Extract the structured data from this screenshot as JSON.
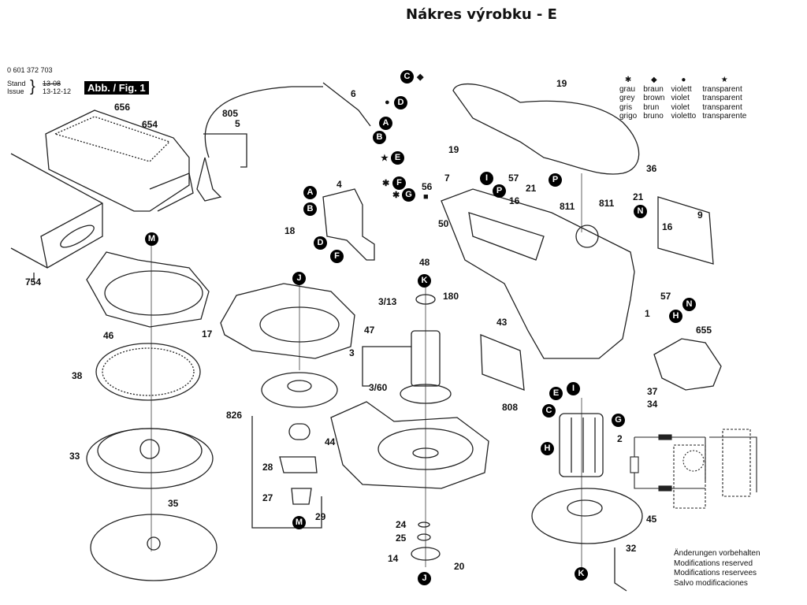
{
  "header": {
    "title": "Nákres výrobku - E"
  },
  "drawing_info": {
    "part_number": "0 601 372 703",
    "stand_label": "Stand",
    "issue_label": "Issue",
    "old_date": "13-08",
    "new_date": "13-12-12",
    "figure_label": "Abb. / Fig. 1"
  },
  "color_legend": {
    "symbols": [
      "✱",
      "◆",
      "●",
      "★"
    ],
    "rows": [
      [
        "grau",
        "braun",
        "violett",
        "transparent"
      ],
      [
        "grey",
        "brown",
        "violet",
        "transparent"
      ],
      [
        "gris",
        "brun",
        "violet",
        "transparent"
      ],
      [
        "grigo",
        "bruno",
        "violetto",
        "transparente"
      ]
    ]
  },
  "notes": [
    "Änderungen vorbehalten",
    "Modifications reserved",
    "Modifications reservees",
    "Salvo modificaciones"
  ],
  "part_labels": [
    {
      "id": "656",
      "text": "656"
    },
    {
      "id": "654",
      "text": "654"
    },
    {
      "id": "754",
      "text": "754"
    },
    {
      "id": "805",
      "text": "805"
    },
    {
      "id": "5",
      "text": "5"
    },
    {
      "id": "6",
      "text": "6"
    },
    {
      "id": "4",
      "text": "4"
    },
    {
      "id": "18",
      "text": "18"
    },
    {
      "id": "56",
      "text": "56"
    },
    {
      "id": "19a",
      "text": "19"
    },
    {
      "id": "19b",
      "text": "19"
    },
    {
      "id": "7",
      "text": "7"
    },
    {
      "id": "57a",
      "text": "57"
    },
    {
      "id": "57b",
      "text": "57"
    },
    {
      "id": "36",
      "text": "36"
    },
    {
      "id": "21a",
      "text": "21"
    },
    {
      "id": "21b",
      "text": "21"
    },
    {
      "id": "16a",
      "text": "16"
    },
    {
      "id": "16b",
      "text": "16"
    },
    {
      "id": "811a",
      "text": "811"
    },
    {
      "id": "811b",
      "text": "811"
    },
    {
      "id": "9",
      "text": "9"
    },
    {
      "id": "50",
      "text": "50"
    },
    {
      "id": "48",
      "text": "48"
    },
    {
      "id": "180",
      "text": "180"
    },
    {
      "id": "1",
      "text": "1"
    },
    {
      "id": "655",
      "text": "655"
    },
    {
      "id": "43",
      "text": "43"
    },
    {
      "id": "46",
      "text": "46"
    },
    {
      "id": "17",
      "text": "17"
    },
    {
      "id": "47",
      "text": "47"
    },
    {
      "id": "38",
      "text": "38"
    },
    {
      "id": "3_13",
      "text": "3/13"
    },
    {
      "id": "3",
      "text": "3"
    },
    {
      "id": "3_60",
      "text": "3/60"
    },
    {
      "id": "826",
      "text": "826"
    },
    {
      "id": "44",
      "text": "44"
    },
    {
      "id": "28",
      "text": "28"
    },
    {
      "id": "27",
      "text": "27"
    },
    {
      "id": "29",
      "text": "29"
    },
    {
      "id": "33",
      "text": "33"
    },
    {
      "id": "35",
      "text": "35"
    },
    {
      "id": "24",
      "text": "24"
    },
    {
      "id": "25",
      "text": "25"
    },
    {
      "id": "14",
      "text": "14"
    },
    {
      "id": "20",
      "text": "20"
    },
    {
      "id": "808",
      "text": "808"
    },
    {
      "id": "37",
      "text": "37"
    },
    {
      "id": "34",
      "text": "34"
    },
    {
      "id": "2",
      "text": "2"
    },
    {
      "id": "45",
      "text": "45"
    },
    {
      "id": "32",
      "text": "32"
    }
  ],
  "connection_markers": [
    {
      "id": "C1",
      "text": "C",
      "symbol": "◆"
    },
    {
      "id": "D1",
      "text": "D",
      "symbol": "●"
    },
    {
      "id": "A1",
      "text": "A",
      "symbol": ""
    },
    {
      "id": "B1",
      "text": "B",
      "symbol": ""
    },
    {
      "id": "E1",
      "text": "E",
      "symbol": "★"
    },
    {
      "id": "F1",
      "text": "F",
      "symbol": "✱"
    },
    {
      "id": "G1",
      "text": "G",
      "symbol": "✱"
    },
    {
      "id": "A2",
      "text": "A",
      "symbol": ""
    },
    {
      "id": "B2",
      "text": "B",
      "symbol": ""
    },
    {
      "id": "D2",
      "text": "D",
      "symbol": ""
    },
    {
      "id": "F2",
      "text": "F",
      "symbol": ""
    },
    {
      "id": "I1",
      "text": "I",
      "symbol": ""
    },
    {
      "id": "P1",
      "text": "P",
      "symbol": ""
    },
    {
      "id": "P2",
      "text": "P",
      "symbol": ""
    },
    {
      "id": "N1",
      "text": "N",
      "symbol": ""
    },
    {
      "id": "N2",
      "text": "N",
      "symbol": ""
    },
    {
      "id": "H1",
      "text": "H",
      "symbol": ""
    },
    {
      "id": "M1",
      "text": "M",
      "symbol": ""
    },
    {
      "id": "J1",
      "text": "J",
      "symbol": ""
    },
    {
      "id": "K1",
      "text": "K",
      "symbol": ""
    },
    {
      "id": "M2",
      "text": "M",
      "symbol": ""
    },
    {
      "id": "J2",
      "text": "J",
      "symbol": ""
    },
    {
      "id": "E2",
      "text": "E",
      "symbol": ""
    },
    {
      "id": "I2",
      "text": "I",
      "symbol": ""
    },
    {
      "id": "C2",
      "text": "C",
      "symbol": ""
    },
    {
      "id": "G2",
      "text": "G",
      "symbol": ""
    },
    {
      "id": "H2",
      "text": "H",
      "symbol": ""
    },
    {
      "id": "K2",
      "text": "K",
      "symbol": ""
    }
  ],
  "extra_symbols": {
    "square": "■"
  }
}
